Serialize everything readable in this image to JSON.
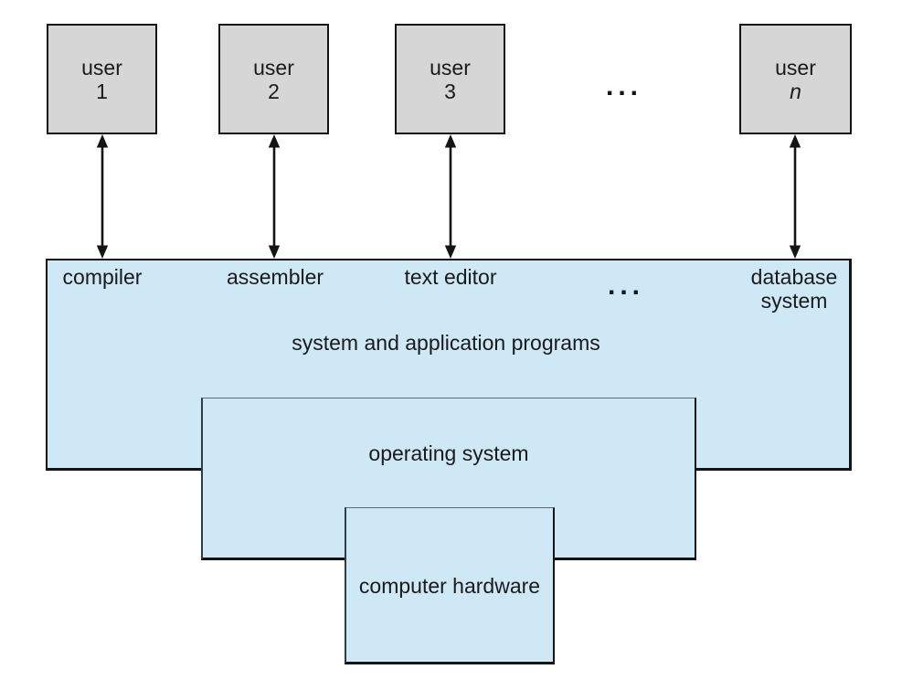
{
  "figure": {
    "users": [
      {
        "line1": "user",
        "line2": "1"
      },
      {
        "line1": "user",
        "line2": "2"
      },
      {
        "line1": "user",
        "line2": "3"
      },
      {
        "line1": "user",
        "line2": "n"
      }
    ],
    "ellipsis_top": "...",
    "programs": {
      "labels": [
        "compiler",
        "assembler",
        "text editor"
      ],
      "ellipsis": "...",
      "database": {
        "line1": "database",
        "line2": "system"
      },
      "caption": "system and application programs"
    },
    "os_label": "operating system",
    "hardware_label": "computer hardware",
    "colors": {
      "box_blue": "#cfe8f6",
      "box_gray": "#d6d6d6",
      "border_dark": "#141414",
      "text": "#1a1a1a"
    }
  }
}
